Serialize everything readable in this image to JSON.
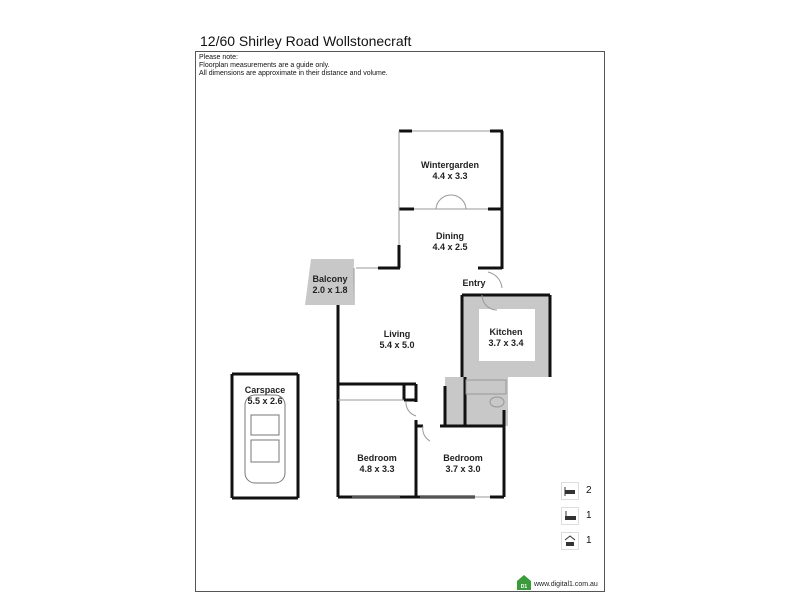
{
  "title": "12/60 Shirley Road Wollstonecraft",
  "note": {
    "lines": [
      "Please note:",
      "Floorplan measurements are a guide only.",
      "All dimensions are approximate in their distance and volume."
    ]
  },
  "rooms": [
    {
      "name": "Wintergarden",
      "size": "4.4 x 3.3"
    },
    {
      "name": "Dining",
      "size": "4.4 x 2.5"
    },
    {
      "name": "Balcony",
      "size": "2.0 x 1.8"
    },
    {
      "name": "Entry",
      "size": ""
    },
    {
      "name": "Kitchen",
      "size": "3.7 x 3.4"
    },
    {
      "name": "Living",
      "size": "5.4 x 5.0"
    },
    {
      "name": "Carspace",
      "size": "5.5 x 2.6"
    },
    {
      "name": "Bedroom",
      "size": "4.8 x 3.3"
    },
    {
      "name": "Bedroom",
      "size": "3.7 x 3.0"
    }
  ],
  "stats": [
    {
      "icon": "bed-icon",
      "count": "2"
    },
    {
      "icon": "bath-icon",
      "count": "1"
    },
    {
      "icon": "car-icon",
      "count": "1"
    }
  ],
  "logo": {
    "badge": "D1",
    "website": "www.digital1.com.au",
    "color": "#3a9b3a"
  },
  "colors": {
    "wall": "#111111",
    "wet_area": "#c8c8c8"
  }
}
